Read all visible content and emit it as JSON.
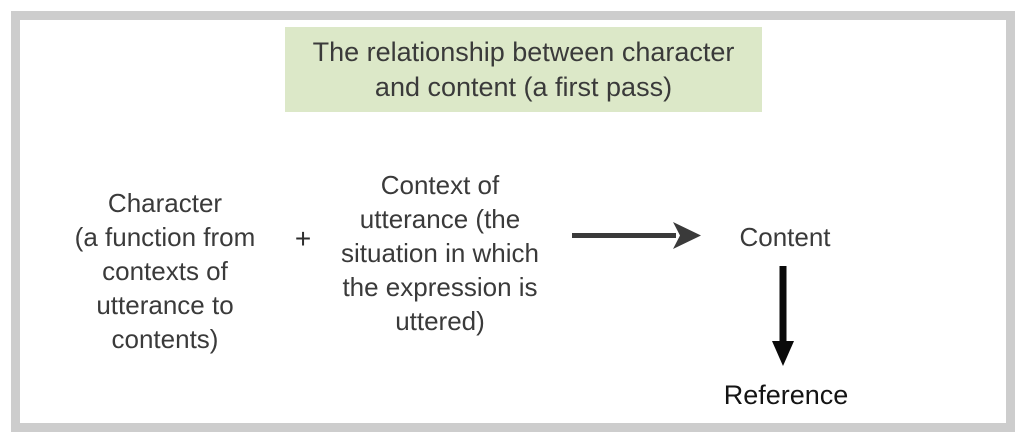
{
  "frame": {
    "border_color": "#cdcdcd"
  },
  "title": {
    "bg_color": "#dce8c8",
    "text": "The relationship between character and content (a first pass)",
    "lines": [
      "The relationship between character",
      "and content (a first pass)"
    ]
  },
  "diagram": {
    "character": {
      "text": "Character (a function from contexts of utterance to contents)",
      "lines": [
        "Character",
        "(a function from",
        "contexts of",
        "utterance to",
        "contents)"
      ]
    },
    "plus": "+",
    "context": {
      "text": "Context of utterance (the situation in which the expression is uttered)",
      "lines": [
        "Context of",
        "utterance (the",
        "situation in which",
        "the expression is",
        "uttered)"
      ]
    },
    "content_label": "Content",
    "reference_label": "Reference",
    "arrows": {
      "horizontal": {
        "name": "right-arrow",
        "color": "#3a3a3a"
      },
      "vertical": {
        "name": "down-arrow",
        "color": "#0a0a0a"
      }
    }
  }
}
